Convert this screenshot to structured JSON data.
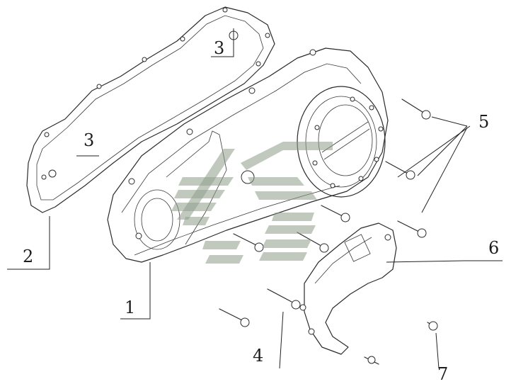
{
  "diagram": {
    "callouts": [
      {
        "id": "1",
        "label": "1"
      },
      {
        "id": "2",
        "label": "2"
      },
      {
        "id": "3a",
        "label": "3"
      },
      {
        "id": "3b",
        "label": "3"
      },
      {
        "id": "4",
        "label": "4"
      },
      {
        "id": "5",
        "label": "5"
      },
      {
        "id": "6",
        "label": "6"
      },
      {
        "id": "7",
        "label": "7"
      }
    ],
    "colors": {
      "line": "#2b2b2b",
      "watermark": "#8e9c8a",
      "background": "#ffffff"
    }
  }
}
